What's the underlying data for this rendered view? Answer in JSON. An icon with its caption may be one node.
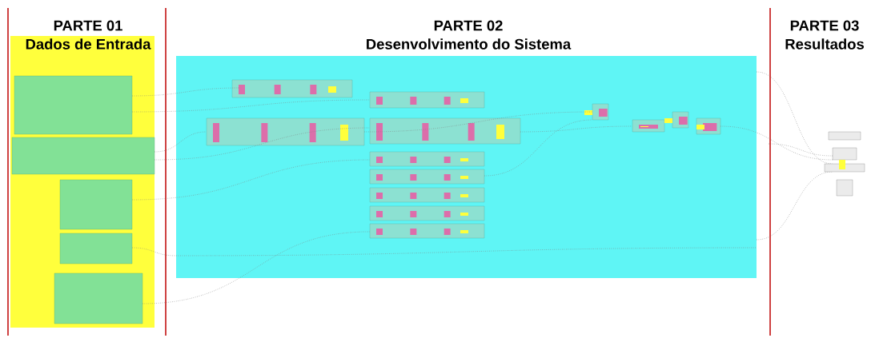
{
  "diagram": {
    "labels": [
      "PARTE 01",
      "Dados de Entrada",
      "PARTE 02",
      "Desenvolvimento do Sistema",
      "PARTE 03",
      "Resultados"
    ]
  }
}
